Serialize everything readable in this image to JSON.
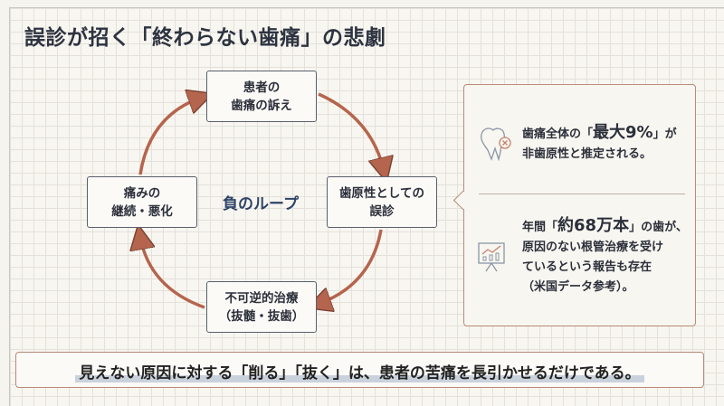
{
  "title": "誤診が招く「終わらない歯痛」の悲劇",
  "loop": {
    "center": "負のループ",
    "nodes": [
      {
        "line1": "患者の",
        "line2": "歯痛の訴え"
      },
      {
        "line1": "歯原性としての",
        "line2": "誤診"
      },
      {
        "line1": "不可逆的治療",
        "line2": "（抜髄・抜歯）"
      },
      {
        "line1": "痛みの",
        "line2": "継続・悪化"
      }
    ],
    "arrow_color": "#b5654d"
  },
  "panel": {
    "fact1": {
      "pre": "歯痛全体の「",
      "highlight": "最大9%",
      "post": "」が",
      "line2": "非歯原性と推定される。",
      "icon": "tooth-x-icon"
    },
    "fact2": {
      "pre": "年間「",
      "highlight": "約68万本",
      "post": "」の歯が、",
      "line2": "原因のない根管治療を受け",
      "line3": "ているという報告も存在",
      "line4": "（米国データ参考）。",
      "icon": "chart-presentation-icon"
    }
  },
  "banner": "見えない原因に対する「削る」「抜く」は、患者の苦痛を長引かせるだけである。"
}
